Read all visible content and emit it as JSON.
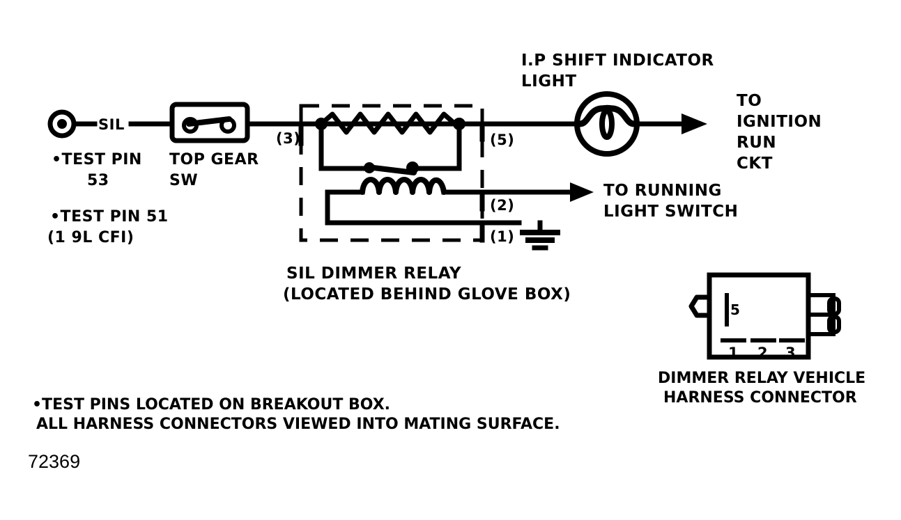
{
  "diagram": {
    "title": "SIL Dimmer Relay Circuit",
    "figure_number": "72369",
    "ink_color": "#000000",
    "background_color": "#ffffff"
  },
  "left_branch": {
    "circuit_code": "SIL",
    "test_pin_primary_line1": "•TEST PIN",
    "test_pin_primary_line2": "53",
    "test_pin_secondary_line1": "•TEST PIN 51",
    "test_pin_secondary_line2": "(1 9L CFI)"
  },
  "top_gear_switch": {
    "label_line1": "TOP GEAR",
    "label_line2": "SW"
  },
  "relay": {
    "caption_line1": "SIL DIMMER RELAY",
    "caption_line2": "(LOCATED BEHIND GLOVE BOX)",
    "pins": [
      {
        "id": "3",
        "label": "(3)"
      },
      {
        "id": "5",
        "label": "(5)"
      },
      {
        "id": "2",
        "label": "(2)"
      },
      {
        "id": "1",
        "label": "(1)"
      }
    ],
    "resistor_peaks": 5,
    "coil_loops": 5
  },
  "indicator_lamp": {
    "label_line1": "I.P  SHIFT INDICATOR",
    "label_line2": "LIGHT"
  },
  "outputs": {
    "ignition_line1": "TO",
    "ignition_line2": "IGNITION",
    "ignition_line3": "RUN",
    "ignition_line4": "CKT",
    "running_light_line1": "TO RUNNING",
    "running_light_line2": "LIGHT SWITCH"
  },
  "connector": {
    "caption_line1": "DIMMER RELAY VEHICLE",
    "caption_line2": "HARNESS CONNECTOR",
    "vertical_cavity_label": "5",
    "horizontal_cavity_labels": [
      "1",
      "2",
      "3"
    ]
  },
  "footnotes": {
    "line1": "•TEST PINS LOCATED ON BREAKOUT BOX.",
    "line2": " ALL HARNESS CONNECTORS VIEWED INTO MATING SURFACE."
  }
}
